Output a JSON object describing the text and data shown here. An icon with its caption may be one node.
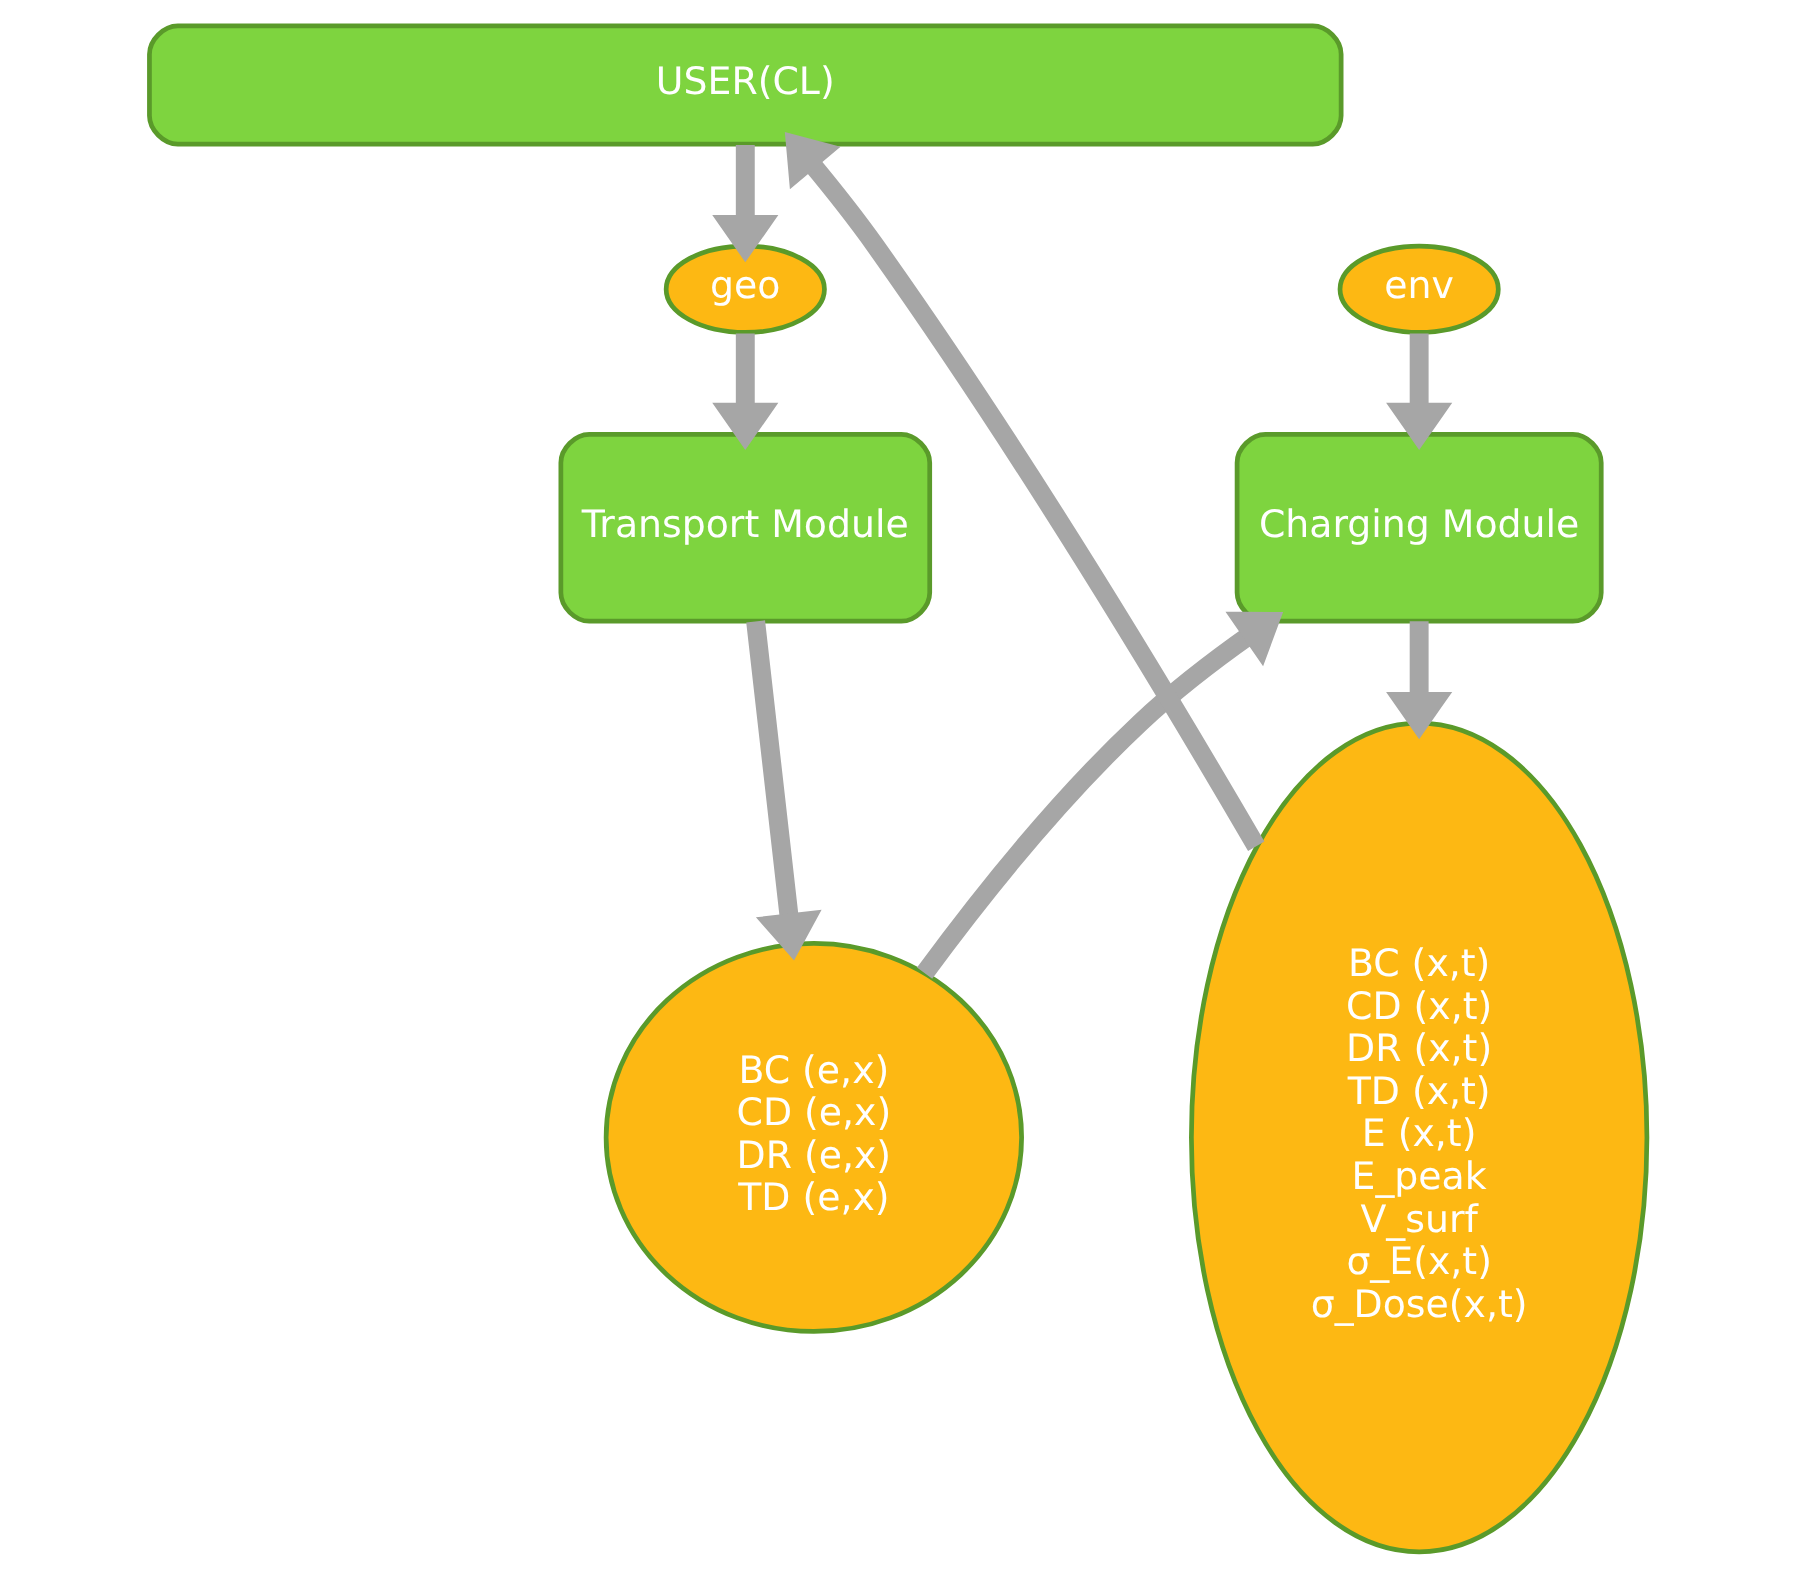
{
  "diagram": {
    "nodes": [
      {
        "text": [
          "USER(CL)"
        ]
      },
      {
        "text": [
          "geo"
        ]
      },
      {
        "text": [
          "env"
        ]
      },
      {
        "text": [
          "Transport Module"
        ]
      },
      {
        "text": [
          "Charging Module"
        ]
      },
      {
        "text": [
          "BC (e,x)",
          "CD (e,x)",
          "DR (e,x)",
          "TD (e,x)"
        ]
      },
      {
        "text": [
          "BC (x,t)",
          "CD (x,t)",
          "DR (x,t)",
          "TD (x,t)",
          "E (x,t)",
          "E_peak",
          "V_surf",
          "σ_E(x,t)",
          "σ_Dose(x,t)"
        ]
      }
    ],
    "edges": [
      {
        "from": 0,
        "to": 1,
        "arrow": "to"
      },
      {
        "from": 1,
        "to": 3,
        "arrow": "to"
      },
      {
        "from": 2,
        "to": 4,
        "arrow": "to"
      },
      {
        "from": 3,
        "to": 5,
        "arrow": "to"
      },
      {
        "from": 5,
        "to": 4,
        "arrow": "to"
      },
      {
        "from": 4,
        "to": 6,
        "arrow": "to"
      },
      {
        "from": 6,
        "to": 0,
        "arrow": "to"
      }
    ]
  }
}
